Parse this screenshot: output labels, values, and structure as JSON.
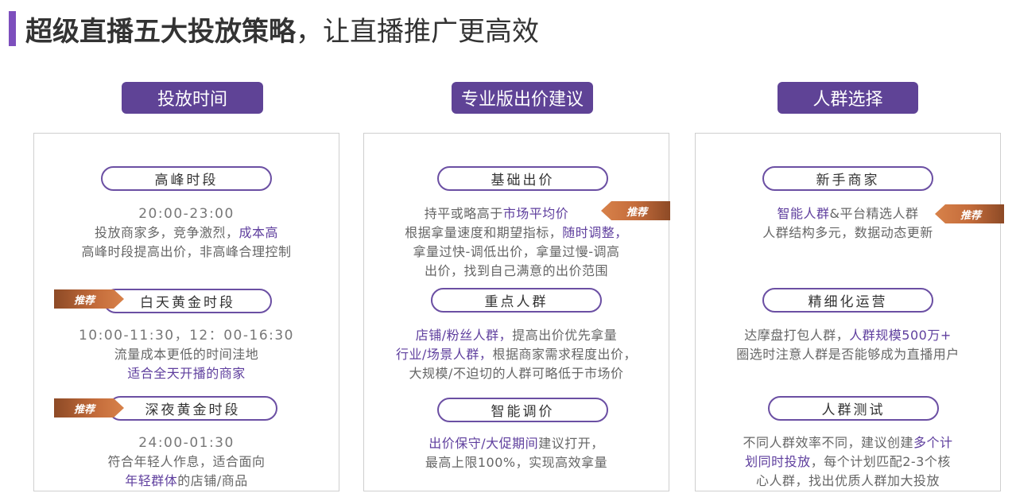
{
  "title": {
    "bold": "超级直播五大投放策略",
    "light": "，让直播推广更高效"
  },
  "badge_label": "推荐",
  "colors": {
    "accent_purple": "#5f4396",
    "title_bar": "#7d4fbd",
    "highlight_text": "#5f3f9e",
    "badge_orange": "#c46c3b"
  },
  "columns": [
    {
      "header": "投放时间",
      "sections": [
        {
          "pill": "高峰时段",
          "recommended": false,
          "lines": [
            {
              "parts": [
                {
                  "t": "20:00-23:00",
                  "hl": false
                }
              ]
            },
            {
              "parts": [
                {
                  "t": "投放商家多，竞争激烈，",
                  "hl": false
                },
                {
                  "t": "成本高",
                  "hl": true
                }
              ]
            },
            {
              "parts": [
                {
                  "t": "高峰时段提高出价，非高峰合理控制",
                  "hl": false
                }
              ]
            }
          ]
        },
        {
          "pill": "白天黄金时段",
          "recommended": true,
          "lines": [
            {
              "parts": [
                {
                  "t": "10:00-11:30，12：00-16:30",
                  "hl": false
                }
              ]
            },
            {
              "parts": [
                {
                  "t": "流量成本更低的时间洼地",
                  "hl": false
                }
              ]
            },
            {
              "parts": [
                {
                  "t": "适合全天开播的商家",
                  "hl": true
                }
              ]
            }
          ]
        },
        {
          "pill": "深夜黄金时段",
          "recommended": true,
          "lines": [
            {
              "parts": [
                {
                  "t": "24:00-01:30",
                  "hl": false
                }
              ]
            },
            {
              "parts": [
                {
                  "t": "符合年轻人作息，适合面向",
                  "hl": false
                }
              ]
            },
            {
              "parts": [
                {
                  "t": "年轻群体",
                  "hl": true
                },
                {
                  "t": "的店铺/商品",
                  "hl": false
                }
              ]
            }
          ]
        }
      ]
    },
    {
      "header": "专业版出价建议",
      "sections": [
        {
          "pill": "基础出价",
          "recommended": true,
          "lines": [
            {
              "parts": [
                {
                  "t": "持平或略高于",
                  "hl": false
                },
                {
                  "t": "市场平均价",
                  "hl": true
                }
              ]
            },
            {
              "parts": [
                {
                  "t": "根据拿量速度和期望指标，",
                  "hl": false
                },
                {
                  "t": "随时调整，",
                  "hl": true
                }
              ]
            },
            {
              "parts": [
                {
                  "t": "拿量过快-调低出价，拿量过慢-调高",
                  "hl": false
                }
              ]
            },
            {
              "parts": [
                {
                  "t": "出价，找到自己满意的出价范围",
                  "hl": false
                }
              ]
            }
          ]
        },
        {
          "pill": "重点人群",
          "recommended": false,
          "lines": [
            {
              "parts": [
                {
                  "t": "店铺/粉丝人群，",
                  "hl": true
                },
                {
                  "t": "提高出价优先拿量",
                  "hl": false
                }
              ]
            },
            {
              "parts": [
                {
                  "t": "行业/场景人群，",
                  "hl": true
                },
                {
                  "t": "根据商家需求程度出价，",
                  "hl": false
                }
              ]
            },
            {
              "parts": [
                {
                  "t": "大规模/不迫切的人群可略低于市场价",
                  "hl": false
                }
              ]
            }
          ]
        },
        {
          "pill": "智能调价",
          "recommended": false,
          "lines": [
            {
              "parts": [
                {
                  "t": "出价保守/大促期间",
                  "hl": true
                },
                {
                  "t": "建议打开，",
                  "hl": false
                }
              ]
            },
            {
              "parts": [
                {
                  "t": "最高上限100%，实现高效拿量",
                  "hl": false
                }
              ]
            }
          ]
        }
      ]
    },
    {
      "header": "人群选择",
      "sections": [
        {
          "pill": "新手商家",
          "recommended": true,
          "lines": [
            {
              "parts": [
                {
                  "t": "智能人群",
                  "hl": true
                },
                {
                  "t": "&平台精选人群",
                  "hl": false
                }
              ]
            },
            {
              "parts": [
                {
                  "t": "人群结构多元，数据动态更新",
                  "hl": false
                }
              ]
            }
          ]
        },
        {
          "pill": "精细化运营",
          "recommended": false,
          "lines": [
            {
              "parts": [
                {
                  "t": "达摩盘打包人群，",
                  "hl": false
                },
                {
                  "t": "人群规模500万+",
                  "hl": true
                }
              ]
            },
            {
              "parts": [
                {
                  "t": "圈选时注意人群是否能够成为直播用户",
                  "hl": false
                }
              ]
            }
          ]
        },
        {
          "pill": "人群测试",
          "recommended": false,
          "lines": [
            {
              "parts": [
                {
                  "t": "不同人群效率不同，建议创建",
                  "hl": false
                },
                {
                  "t": "多个计",
                  "hl": true
                }
              ]
            },
            {
              "parts": [
                {
                  "t": "划同时投放",
                  "hl": true
                },
                {
                  "t": "，每个计划匹配2-3个核",
                  "hl": false
                }
              ]
            },
            {
              "parts": [
                {
                  "t": "心人群，找出优质人群加大投放",
                  "hl": false
                }
              ]
            }
          ]
        }
      ]
    }
  ]
}
